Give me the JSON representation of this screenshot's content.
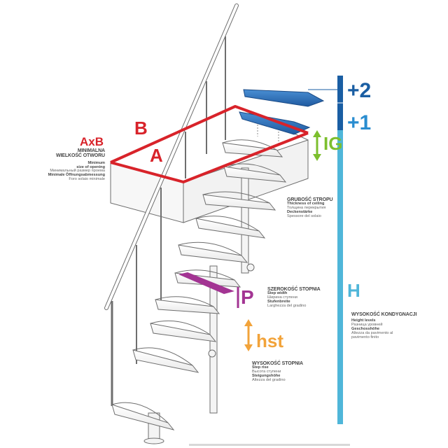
{
  "labels": {
    "axb": "AxB",
    "a": "A",
    "b": "B",
    "ig": "IG",
    "p": "P",
    "hst": "hst",
    "h": "H",
    "plus2": "+2",
    "plus1": "+1"
  },
  "opening": {
    "title_line1": "MINIMALNA",
    "title_line2": "WIELKOŚĆ OTWORU",
    "en_1": "Minimum",
    "en_2": "size of opening",
    "ru": "Минимальный размер проема",
    "de": "Minimale Öffnungsabmessung",
    "it": "Foro solaio minimale"
  },
  "ceiling": {
    "title": "GRUBOŚĆ STROPU",
    "en": "Thickness of ceiling",
    "ru": "Толщина перекрытия",
    "de": "Deckenstärke",
    "it": "Spessore del solaio"
  },
  "step_width": {
    "title": "SZEROKOŚĆ STOPNIA",
    "en": "Step width",
    "ru": "Ширина ступени",
    "de": "Stufenbreite",
    "it": "Larghezza del gradino"
  },
  "step_rise": {
    "title": "WYSOKOŚĆ STOPNIA",
    "en": "Step rise",
    "ru": "Высота ступени",
    "de": "Steigungshöhe",
    "it": "Altezza del gradino"
  },
  "height": {
    "title": "WYSOKOŚĆ KONDYGNACJI",
    "en": "Height levels",
    "ru": "Разница уровней",
    "de": "Geschosshöhe",
    "it_1": "Altezza da pavimento al",
    "it_2": "pavimento finito"
  },
  "colors": {
    "red": "#d8232a",
    "green": "#7cbf2e",
    "orange": "#f2a33a",
    "purple": "#a33493",
    "lightblue": "#4fb6d9",
    "darkblue": "#1a5ea3",
    "step_blue": "#2f6db4",
    "line": "#6e6e6e"
  }
}
